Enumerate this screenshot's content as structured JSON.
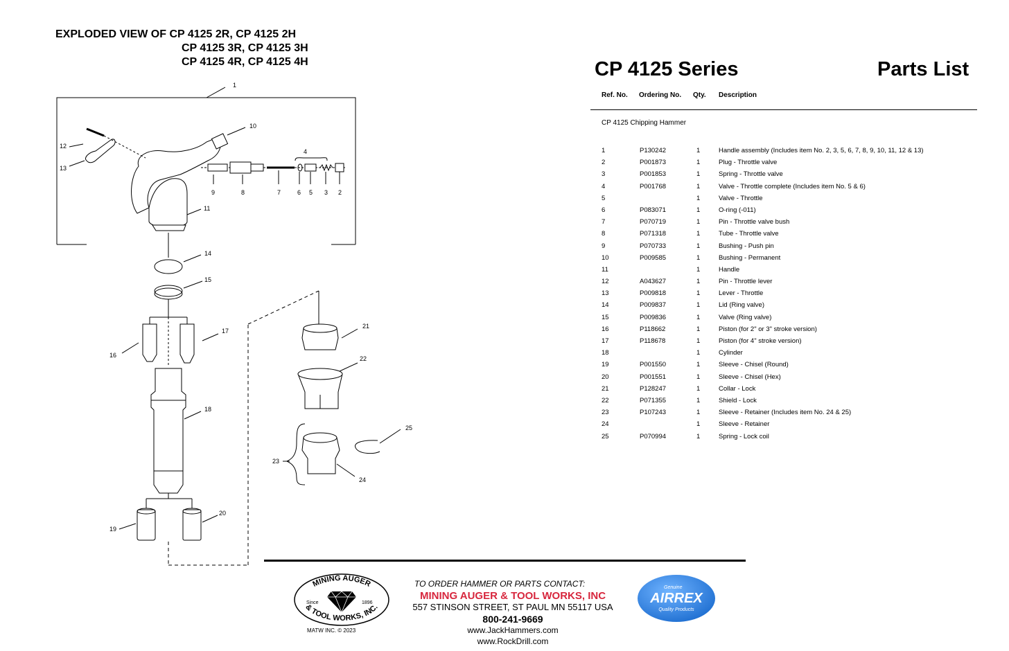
{
  "exploded_title": {
    "line1": "EXPLODED VIEW OF CP 4125 2R, CP 4125 2H",
    "line2": "CP 4125 3R, CP 4125 3H",
    "line3": "CP 4125 4R, CP 4125 4H"
  },
  "diagram_labels": {
    "n1": "1",
    "n2": "2",
    "n3": "3",
    "n4": "4",
    "n5": "5",
    "n6": "6",
    "n7": "7",
    "n8": "8",
    "n9": "9",
    "n10": "10",
    "n11": "11",
    "n12": "12",
    "n13": "13",
    "n14": "14",
    "n15": "15",
    "n16": "16",
    "n17": "17",
    "n18": "18",
    "n19": "19",
    "n20": "20",
    "n21": "21",
    "n22": "22",
    "n23": "23",
    "n24": "24",
    "n25": "25"
  },
  "parts_list": {
    "series_title": "CP 4125 Series",
    "title": "Parts List",
    "headers": {
      "ref": "Ref. No.",
      "ordering": "Ordering No.",
      "qty": "Qty.",
      "desc": "Description"
    },
    "section": "CP 4125 Chipping Hammer",
    "rows": [
      {
        "ref": "1",
        "ordering": "P130242",
        "qty": "1",
        "desc": "Handle assembly  (Includes item No. 2, 3, 5, 6, 7, 8, 9, 10, 11, 12 & 13)"
      },
      {
        "ref": "2",
        "ordering": "P001873",
        "qty": "1",
        "desc": "Plug - Throttle valve"
      },
      {
        "ref": "3",
        "ordering": "P001853",
        "qty": "1",
        "desc": "Spring - Throttle valve"
      },
      {
        "ref": "4",
        "ordering": "P001768",
        "qty": "1",
        "desc": "Valve - Throttle complete (Includes item No. 5 & 6)"
      },
      {
        "ref": "5",
        "ordering": "",
        "qty": "1",
        "desc": "Valve - Throttle"
      },
      {
        "ref": "6",
        "ordering": "P083071",
        "qty": "1",
        "desc": "O-ring (-011)"
      },
      {
        "ref": "7",
        "ordering": "P070719",
        "qty": "1",
        "desc": "Pin - Throttle valve bush"
      },
      {
        "ref": "8",
        "ordering": "P071318",
        "qty": "1",
        "desc": "Tube - Throttle valve"
      },
      {
        "ref": "9",
        "ordering": "P070733",
        "qty": "1",
        "desc": "Bushing - Push pin"
      },
      {
        "ref": "10",
        "ordering": "P009585",
        "qty": "1",
        "desc": "Bushing - Permanent"
      },
      {
        "ref": "11",
        "ordering": "",
        "qty": "1",
        "desc": "Handle"
      },
      {
        "ref": "12",
        "ordering": "A043627",
        "qty": "1",
        "desc": "Pin - Throttle lever"
      },
      {
        "ref": "13",
        "ordering": "P009818",
        "qty": "1",
        "desc": "Lever - Throttle"
      },
      {
        "ref": "14",
        "ordering": "P009837",
        "qty": "1",
        "desc": "Lid (Ring valve)"
      },
      {
        "ref": "15",
        "ordering": "P009836",
        "qty": "1",
        "desc": "Valve (Ring valve)"
      },
      {
        "ref": "16",
        "ordering": "P118662",
        "qty": "1",
        "desc": "Piston (for 2\" or 3\" stroke version)"
      },
      {
        "ref": "17",
        "ordering": "P118678",
        "qty": "1",
        "desc": "Piston (for 4\" stroke version)"
      },
      {
        "ref": "18",
        "ordering": "",
        "qty": "1",
        "desc": "Cylinder"
      },
      {
        "ref": "19",
        "ordering": "P001550",
        "qty": "1",
        "desc": "Sleeve - Chisel (Round)"
      },
      {
        "ref": "20",
        "ordering": "P001551",
        "qty": "1",
        "desc": "Sleeve - Chisel (Hex)"
      },
      {
        "ref": "21",
        "ordering": "P128247",
        "qty": "1",
        "desc": "Collar - Lock"
      },
      {
        "ref": "22",
        "ordering": "P071355",
        "qty": "1",
        "desc": "Shield - Lock"
      },
      {
        "ref": "23",
        "ordering": "P107243",
        "qty": "1",
        "desc": "Sleeve - Retainer (Includes item No. 24 & 25)"
      },
      {
        "ref": "24",
        "ordering": "",
        "qty": "1",
        "desc": "Sleeve - Retainer"
      },
      {
        "ref": "25",
        "ordering": "P070994",
        "qty": "1",
        "desc": "Spring - Lock coil"
      }
    ]
  },
  "footer": {
    "order_line": "TO ORDER HAMMER OR PARTS CONTACT:",
    "company": "MINING AUGER & TOOL WORKS, INC",
    "address": "557 STINSON STREET, ST PAUL MN  55117  USA",
    "phone": "800-241-9669",
    "web1": "www.JackHammers.com",
    "web2": "www.RockDrill.com",
    "copyright": "MATW INC. © 2023",
    "logo_left": {
      "top": "MINING AUGER",
      "bottom": "& TOOL WORKS, INC.",
      "since": "Since",
      "year": "1896"
    },
    "logo_right": {
      "genuine": "Genuine",
      "brand": "AIRREX",
      "tag": "Quality Products"
    },
    "colors": {
      "company": "#d7263d",
      "airrex_blue": "#1f6fd1"
    }
  }
}
